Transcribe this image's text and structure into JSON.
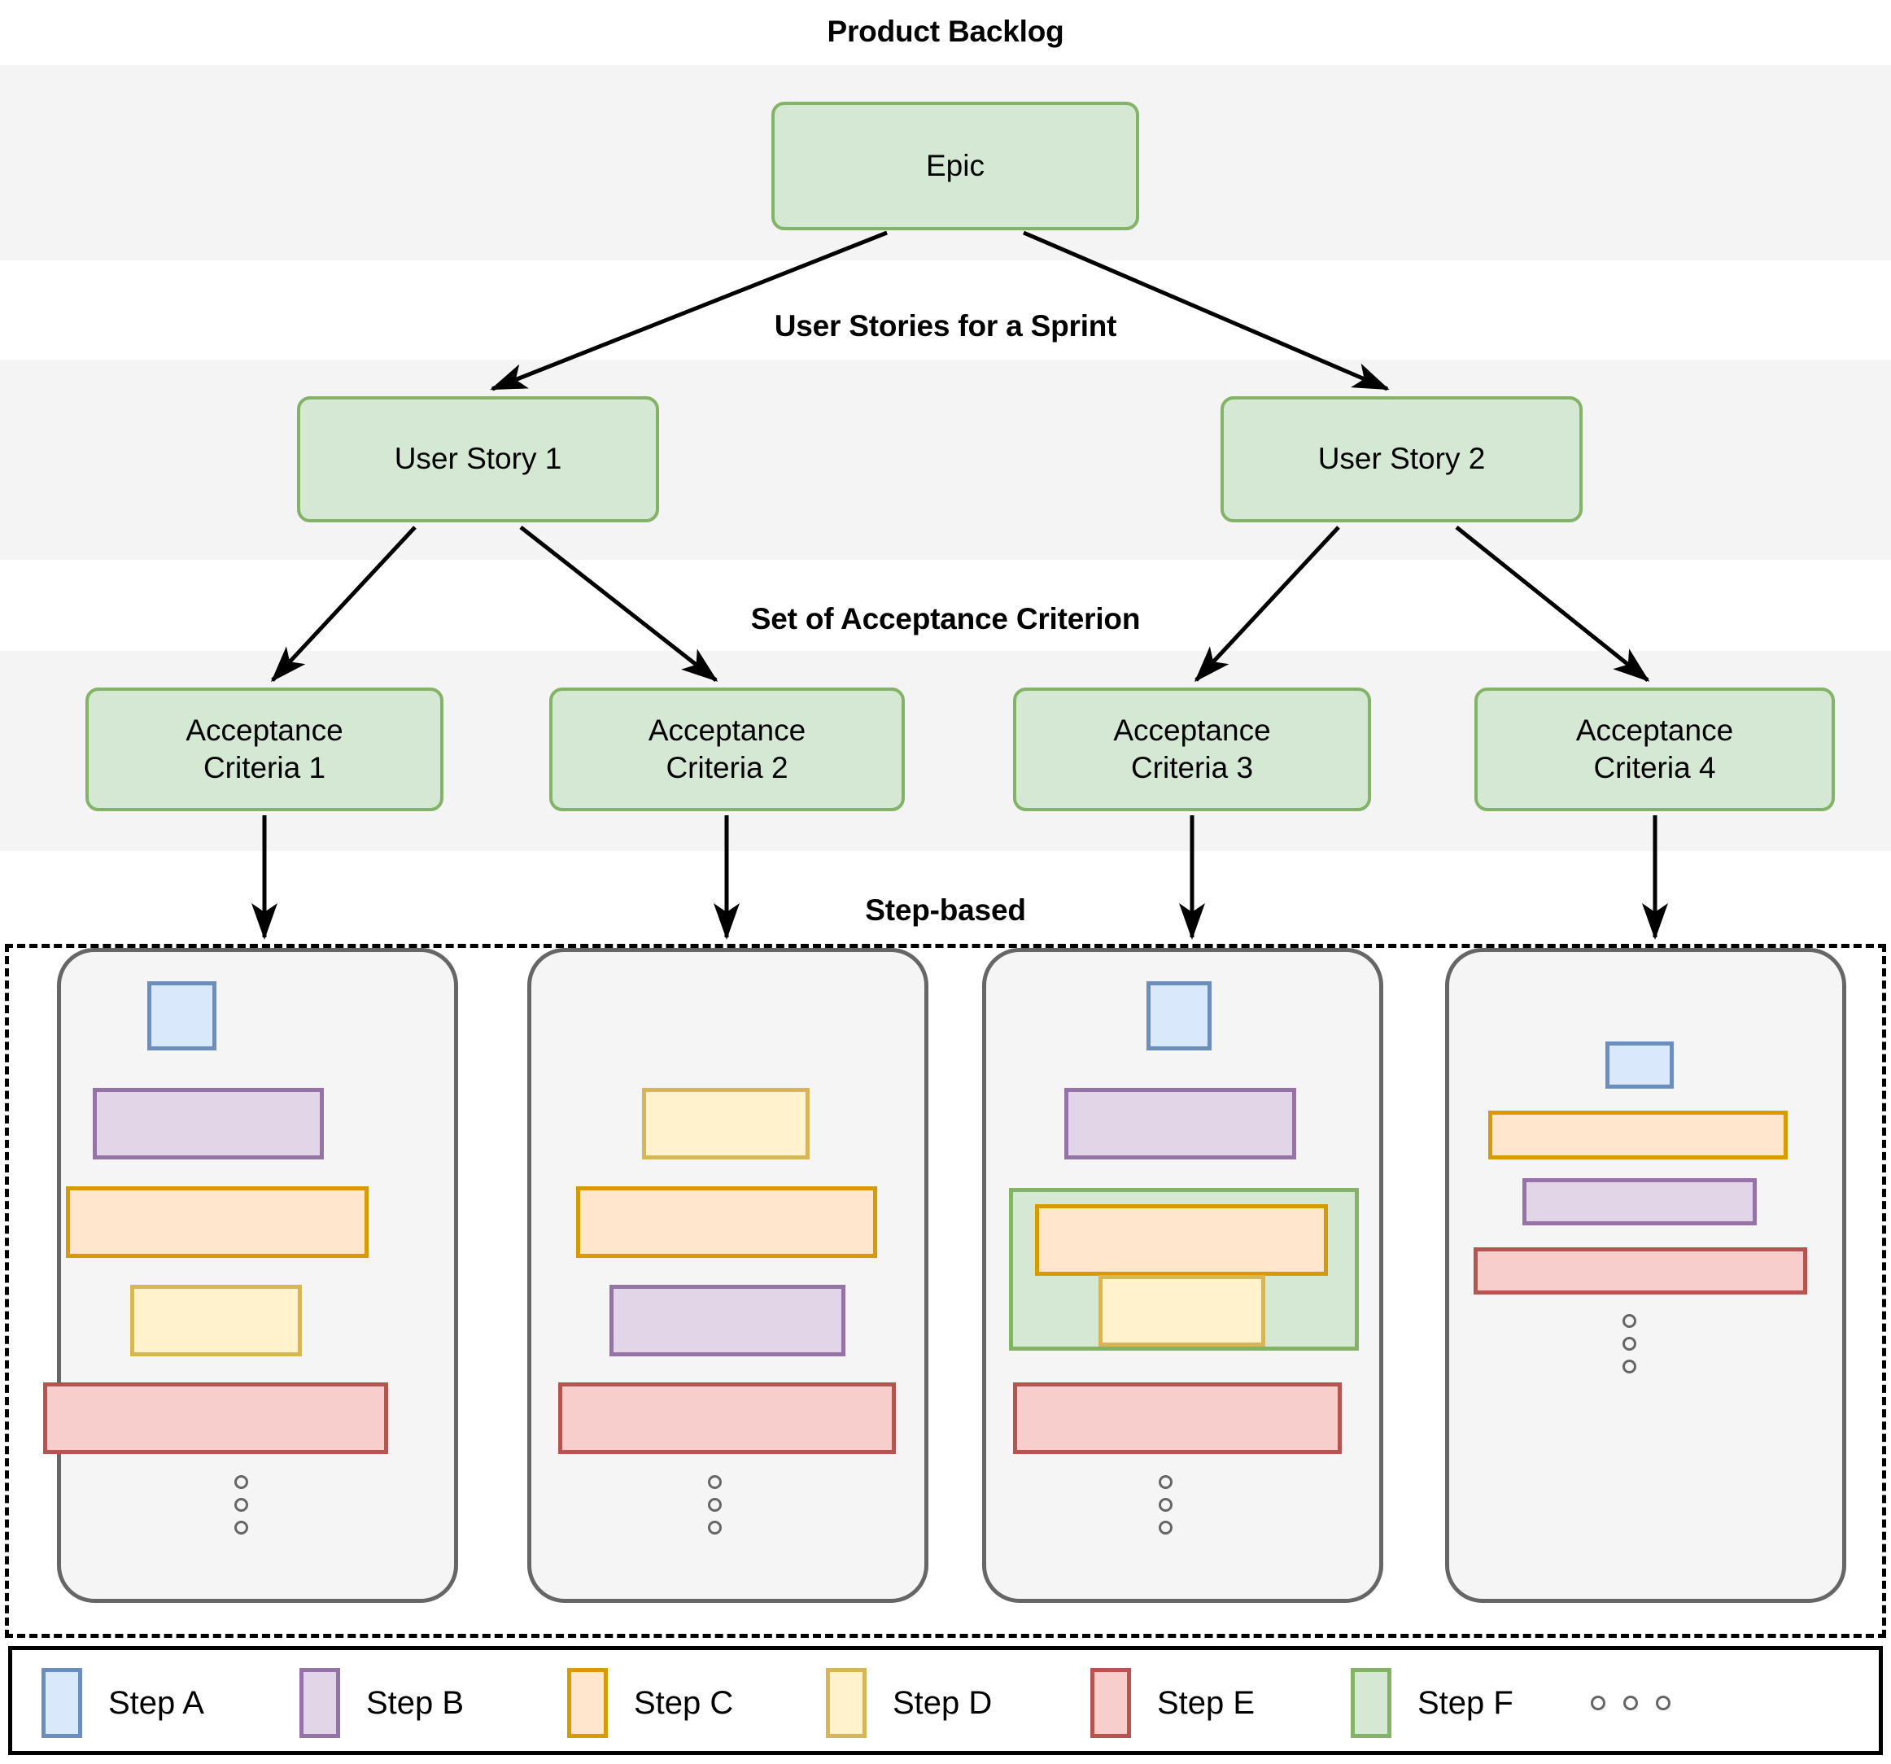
{
  "titles": {
    "product_backlog": "Product Backlog",
    "user_stories": "User Stories for a Sprint",
    "acceptance": "Set of Acceptance Criterion",
    "step_based": "Step-based"
  },
  "nodes": {
    "epic": "Epic",
    "user_story_1": "User Story 1",
    "user_story_2": "User Story 2",
    "acceptance_criteria_1": "Acceptance\nCriteria 1",
    "acceptance_criteria_2": "Acceptance\nCriteria 2",
    "acceptance_criteria_3": "Acceptance\nCriteria 3",
    "acceptance_criteria_4": "Acceptance\nCriteria 4"
  },
  "colors": {
    "green_fill": "#d5e8d4",
    "green_border": "#82b366",
    "step_a_fill": "#dae8fc",
    "step_a_border": "#6c8ebf",
    "step_b_fill": "#e1d5e7",
    "step_b_border": "#9673a6",
    "step_c_fill": "#ffe6cc",
    "step_c_border": "#d79b00",
    "step_d_fill": "#fff2cc",
    "step_d_border": "#d6b656",
    "step_e_fill": "#f8cecc",
    "step_e_border": "#b85450",
    "step_f_fill": "#d5e8d4",
    "step_f_border": "#82b366",
    "band_bg": "#f4f4f4",
    "column_bg": "#f5f5f5",
    "column_border": "#666666"
  },
  "legend": {
    "items": [
      {
        "label": "Step A",
        "swatch": "step-a"
      },
      {
        "label": "Step B",
        "swatch": "step-b"
      },
      {
        "label": "Step C",
        "swatch": "step-c"
      },
      {
        "label": "Step D",
        "swatch": "step-d"
      },
      {
        "label": "Step E",
        "swatch": "step-e"
      },
      {
        "label": "Step F",
        "swatch": "step-f"
      }
    ],
    "ellipsis_dots": 3
  },
  "step_columns": [
    {
      "name": "column-1",
      "blocks": [
        {
          "step": "Step A",
          "class": "step-a"
        },
        {
          "step": "Step B",
          "class": "step-b"
        },
        {
          "step": "Step C",
          "class": "step-c"
        },
        {
          "step": "Step D",
          "class": "step-d"
        },
        {
          "step": "Step E",
          "class": "step-e"
        }
      ],
      "ellipsis_dots": 3
    },
    {
      "name": "column-2",
      "blocks": [
        {
          "step": "Step D",
          "class": "step-d"
        },
        {
          "step": "Step C",
          "class": "step-c"
        },
        {
          "step": "Step B",
          "class": "step-b"
        },
        {
          "step": "Step E",
          "class": "step-e"
        }
      ],
      "ellipsis_dots": 3
    },
    {
      "name": "column-3",
      "blocks": [
        {
          "step": "Step A",
          "class": "step-a"
        },
        {
          "step": "Step B",
          "class": "step-b"
        },
        {
          "step": "Step F",
          "class": "step-f",
          "children": [
            {
              "step": "Step C",
              "class": "step-c"
            },
            {
              "step": "Step D",
              "class": "step-d"
            }
          ]
        },
        {
          "step": "Step E",
          "class": "step-e"
        }
      ],
      "ellipsis_dots": 3
    },
    {
      "name": "column-4",
      "blocks": [
        {
          "step": "Step A",
          "class": "step-a"
        },
        {
          "step": "Step C",
          "class": "step-c"
        },
        {
          "step": "Step B",
          "class": "step-b"
        },
        {
          "step": "Step E",
          "class": "step-e"
        }
      ],
      "ellipsis_dots": 3
    }
  ]
}
